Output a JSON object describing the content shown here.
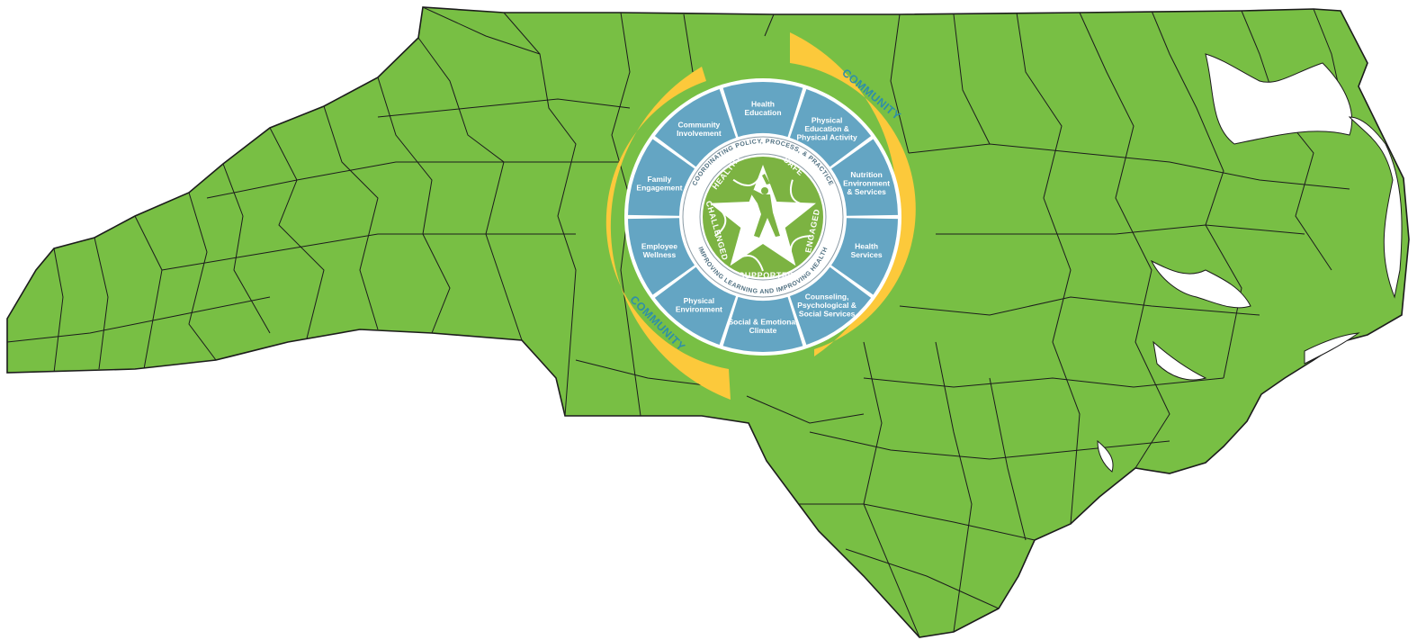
{
  "colors": {
    "map_fill": "#78bf44",
    "county_line": "#1c1c1c",
    "community_arc": "#fcc93b",
    "segment_blue": "#64a5c3",
    "inner_green": "#7cb342",
    "ring_text": "#4f6f80"
  },
  "wheel": {
    "segments": [
      {
        "lines": [
          "Health",
          "Education"
        ]
      },
      {
        "lines": [
          "Physical",
          "Education &",
          "Physical Activity"
        ]
      },
      {
        "lines": [
          "Nutrition",
          "Environment",
          "& Services"
        ]
      },
      {
        "lines": [
          "Health",
          "Services"
        ]
      },
      {
        "lines": [
          "Counseling,",
          "Psychological &",
          "Social Services"
        ]
      },
      {
        "lines": [
          "Social & Emotional",
          "Climate"
        ]
      },
      {
        "lines": [
          "Physical",
          "Environment"
        ]
      },
      {
        "lines": [
          "Employee",
          "Wellness"
        ]
      },
      {
        "lines": [
          "Family",
          "Engagement"
        ]
      },
      {
        "lines": [
          "Community",
          "Involvement"
        ]
      }
    ],
    "ring_top_text": "COORDINATING POLICY, PROCESS, & PRACTICE",
    "ring_bottom_text": "IMPROVING LEARNING AND IMPROVING HEALTH",
    "star_words": [
      "HEALTHY",
      "SAFE",
      "ENGAGED",
      "SUPPORTED",
      "CHALLENGED"
    ],
    "community_label": "COMMUNITY"
  }
}
